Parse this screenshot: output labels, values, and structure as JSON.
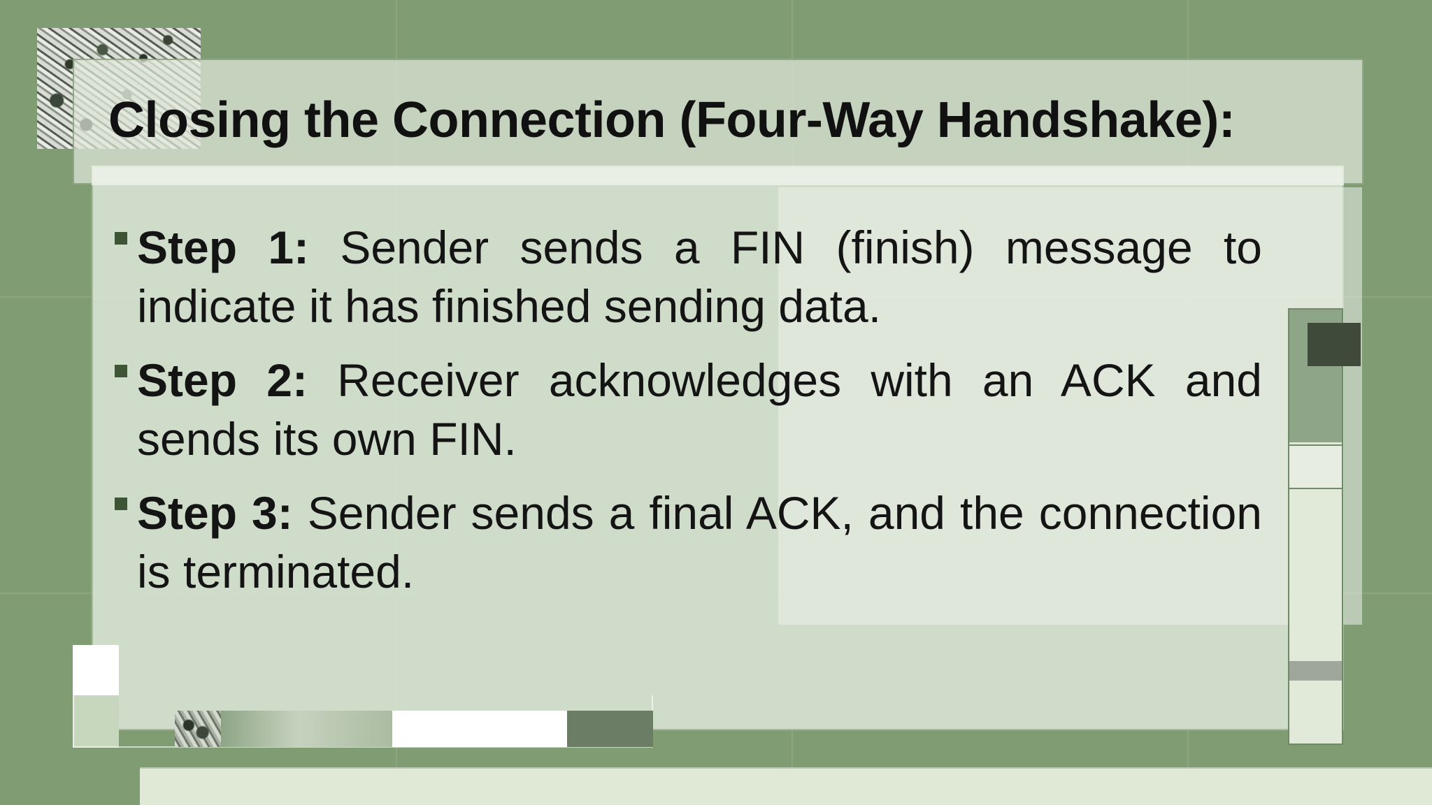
{
  "slide": {
    "title": "Closing the Connection (Four-Way Handshake):",
    "bullets": [
      {
        "label": "Step 1:",
        "text": "Sender sends a FIN (finish) message to indicate it has finished sending data."
      },
      {
        "label": "Step 2:",
        "text": "Receiver acknowledges with an ACK and sends its own FIN."
      },
      {
        "label": "Step 3:",
        "text": "Sender sends a final ACK, and the connection is terminated."
      }
    ]
  },
  "theme": {
    "background": "#7f9c73",
    "panel": "#d5e0ce",
    "bullet_marker": "#3e5535",
    "text": "#141414"
  }
}
